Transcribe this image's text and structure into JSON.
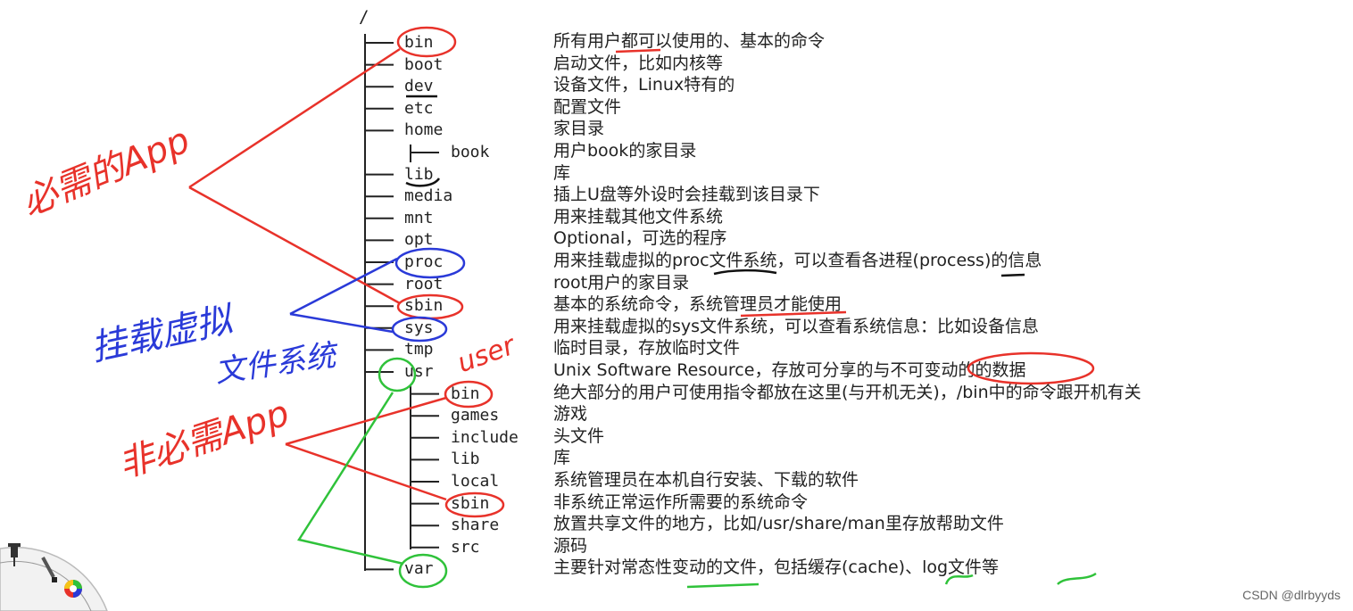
{
  "root": "/",
  "dirs": [
    {
      "name": "bin",
      "desc": "所有用户都可以使用的、基本的命令"
    },
    {
      "name": "boot",
      "desc": "启动文件，比如内核等"
    },
    {
      "name": "dev",
      "desc": "设备文件，Linux特有的"
    },
    {
      "name": "etc",
      "desc": "配置文件"
    },
    {
      "name": "home",
      "desc": "家目录"
    },
    {
      "name": "book",
      "desc": "用户book的家目录"
    },
    {
      "name": "lib",
      "desc": "库"
    },
    {
      "name": "media",
      "desc": "插上U盘等外设时会挂载到该目录下"
    },
    {
      "name": "mnt",
      "desc": "用来挂载其他文件系统"
    },
    {
      "name": "opt",
      "desc": "Optional，可选的程序"
    },
    {
      "name": "proc",
      "desc": "用来挂载虚拟的proc文件系统，可以查看各进程(process)的信息"
    },
    {
      "name": "root",
      "desc": "root用户的家目录"
    },
    {
      "name": "sbin",
      "desc": "基本的系统命令，系统管理员才能使用"
    },
    {
      "name": "sys",
      "desc": "用来挂载虚拟的sys文件系统，可以查看系统信息：比如设备信息"
    },
    {
      "name": "tmp",
      "desc": "临时目录，存放临时文件"
    },
    {
      "name": "usr",
      "desc": "Unix Software Resource，存放可分享的与不可变动的的数据"
    },
    {
      "name": "bin",
      "desc": "绝大部分的用户可使用指令都放在这里(与开机无关)，/bin中的命令跟开机有关"
    },
    {
      "name": "games",
      "desc": "游戏"
    },
    {
      "name": "include",
      "desc": "头文件"
    },
    {
      "name": "lib",
      "desc": "库"
    },
    {
      "name": "local",
      "desc": "系统管理员在本机自行安装、下载的软件"
    },
    {
      "name": "sbin",
      "desc": "非系统正常运作所需要的系统命令"
    },
    {
      "name": "share",
      "desc": "放置共享文件的地方，比如/usr/share/man里存放帮助文件"
    },
    {
      "name": "src",
      "desc": "源码"
    },
    {
      "name": "var",
      "desc": "主要针对常态性变动的文件，包括缓存(cache)、log文件等"
    }
  ],
  "annotations": {
    "needed_app": "必需的App",
    "mount_virtual": "挂载虚拟",
    "file_system": "文件系统",
    "not_needed_app": "非必需App",
    "usr_label": "user"
  },
  "watermark": "CSDN @dlrbyyds",
  "colors": {
    "red": "#e8322a",
    "blue": "#2a3ad8",
    "green": "#2fc23a",
    "text": "#222222"
  }
}
